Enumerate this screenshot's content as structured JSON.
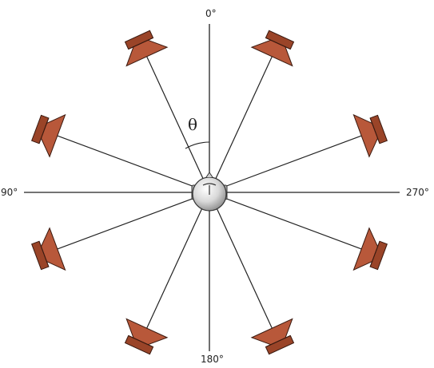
{
  "labels": {
    "top": "0°",
    "left": "90°",
    "right": "270°",
    "bottom": "180°",
    "angle_symbol": "θ"
  },
  "speaker_azimuths_deg": [
    22.5,
    67.5,
    112.5,
    157.5,
    202.5,
    247.5,
    292.5,
    337.5
  ],
  "colors": {
    "speaker_front": "#b8583a",
    "speaker_side": "#9a4428",
    "speaker_stroke": "#3a1a10",
    "head_fill": "#d8d8d8",
    "lines": "#222222"
  },
  "icons": {
    "speaker": "loudspeaker-icon",
    "listener": "listener-head-icon"
  }
}
